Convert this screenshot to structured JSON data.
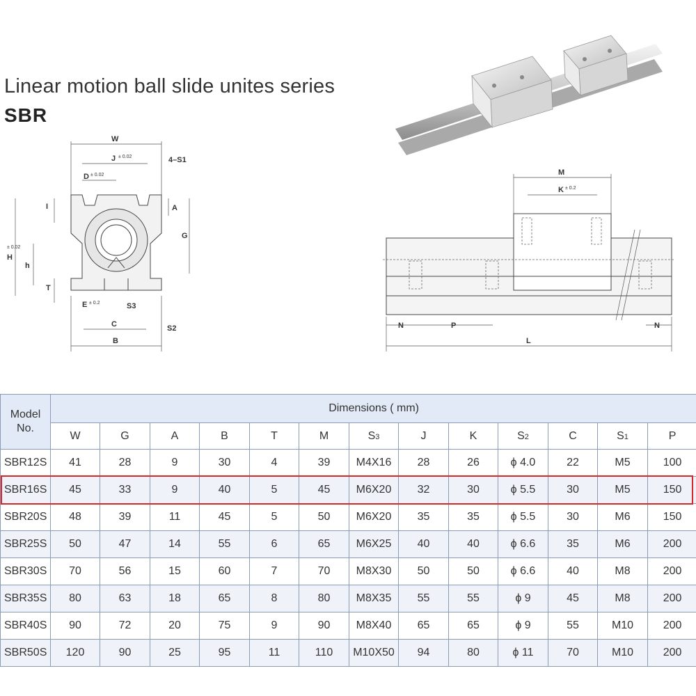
{
  "header": {
    "title": "Linear motion ball  slide unites series",
    "subtitle": "SBR"
  },
  "drawing_left_labels": {
    "w": "W",
    "j": "J",
    "j_tol": "± 0.02",
    "s1": "4–S1",
    "d": "D",
    "d_tol": "± 0.02",
    "i": "I",
    "a": "A",
    "g": "G",
    "h_big": "H",
    "h_tol": "± 0.02",
    "h": "h",
    "t": "T",
    "e": "E",
    "e_tol": "± 0.2",
    "s3": "S3",
    "s2": "S2",
    "c": "C",
    "b": "B"
  },
  "drawing_right_labels": {
    "m": "M",
    "k": "K",
    "k_tol": "± 0.2",
    "n_left": "N",
    "p": "P",
    "n_right": "N",
    "l": "L"
  },
  "table": {
    "model_label_1": "Model",
    "model_label_2": "No.",
    "dimensions_label": "Dimensions ( mm)",
    "columns": [
      "W",
      "G",
      "A",
      "B",
      "T",
      "M",
      "S",
      "J",
      "K",
      "S",
      "C",
      "S",
      "P"
    ],
    "column_subs": [
      "",
      "",
      "",
      "",
      "",
      "",
      "3",
      "",
      "",
      "2",
      "",
      "1",
      ""
    ],
    "rows": [
      [
        "SBR12S",
        "41",
        "28",
        "9",
        "30",
        "4",
        "39",
        "M4X16",
        "28",
        "26",
        "ϕ 4.0",
        "22",
        "M5",
        "100"
      ],
      [
        "SBR16S",
        "45",
        "33",
        "9",
        "40",
        "5",
        "45",
        "M6X20",
        "32",
        "30",
        "ϕ 5.5",
        "30",
        "M5",
        "150"
      ],
      [
        "SBR20S",
        "48",
        "39",
        "11",
        "45",
        "5",
        "50",
        "M6X20",
        "35",
        "35",
        "ϕ 5.5",
        "30",
        "M6",
        "150"
      ],
      [
        "SBR25S",
        "50",
        "47",
        "14",
        "55",
        "6",
        "65",
        "M6X25",
        "40",
        "40",
        "ϕ 6.6",
        "35",
        "M6",
        "200"
      ],
      [
        "SBR30S",
        "70",
        "56",
        "15",
        "60",
        "7",
        "70",
        "M8X30",
        "50",
        "50",
        "ϕ 6.6",
        "40",
        "M8",
        "200"
      ],
      [
        "SBR35S",
        "80",
        "63",
        "18",
        "65",
        "8",
        "80",
        "M8X35",
        "55",
        "55",
        "ϕ 9",
        "45",
        "M8",
        "200"
      ],
      [
        "SBR40S",
        "90",
        "72",
        "20",
        "75",
        "9",
        "90",
        "M8X40",
        "65",
        "65",
        "ϕ 9",
        "55",
        "M10",
        "200"
      ],
      [
        "SBR50S",
        "120",
        "90",
        "25",
        "95",
        "11",
        "110",
        "M10X50",
        "94",
        "80",
        "ϕ 11",
        "70",
        "M10",
        "200"
      ]
    ],
    "highlighted_row": "SBR16S",
    "colors": {
      "header_bg": "#e1eaf6",
      "stripe_bg": "#eff3f9",
      "border": "#8a9bb5",
      "highlight": "#d9262b"
    }
  }
}
